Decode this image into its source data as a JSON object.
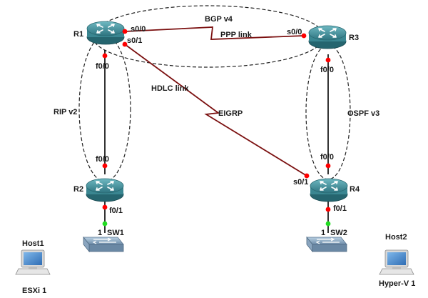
{
  "routers": {
    "r1": "R1",
    "r2": "R2",
    "r3": "R3",
    "r4": "R4"
  },
  "switches": {
    "sw1": "SW1",
    "sw2": "SW2"
  },
  "hosts": {
    "host1": {
      "name": "Host1",
      "label": "ESXi 1"
    },
    "host2": {
      "name": "Host2",
      "label": "Hyper-V 1"
    }
  },
  "interfaces": {
    "r1_s00": "s0/0",
    "r1_s01": "s0/1",
    "r1_f00": "f0/0",
    "r2_f00": "f0/0",
    "r2_f01": "f0/1",
    "r3_s00": "s0/0",
    "r3_f00": "f0/0",
    "r4_f00": "f0/0",
    "r4_s01": "s0/1",
    "r4_f01": "f0/1",
    "sw1_port": "1",
    "sw2_port": "1"
  },
  "protocols": {
    "bgp": "BGP v4",
    "rip": "RIP v2",
    "ospf": "OSPF v3",
    "eigrp": "EIGRP"
  },
  "links": {
    "ppp": "PPP link",
    "hdlc": "HDLC link"
  },
  "colors": {
    "serial_link": "#7b1010",
    "ethernet_link": "#000000",
    "interface_down": "#ff0000",
    "interface_up": "#22dd22",
    "router_body": "#3d8a93"
  }
}
